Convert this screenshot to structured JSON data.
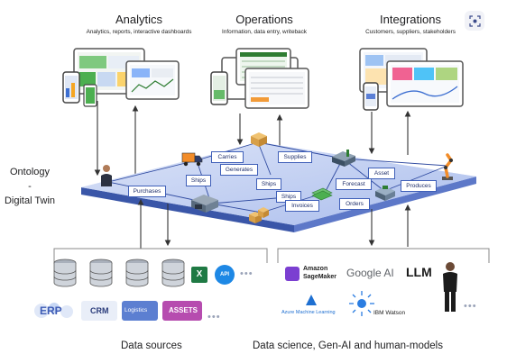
{
  "headers": {
    "analytics": {
      "title": "Analytics",
      "subtitle": "Analytics, reports, interactive dashboards"
    },
    "operations": {
      "title": "Operations",
      "subtitle": "Information, data entry, writeback"
    },
    "integrations": {
      "title": "Integrations",
      "subtitle": "Customers, suppliers, stakeholders"
    }
  },
  "side_label": {
    "line1": "Ontology",
    "line2": "-",
    "line3": "Digital Twin"
  },
  "platform_labels": {
    "carries": "Carries",
    "supplies": "Supplies",
    "generates": "Generates",
    "ships_left": "Ships",
    "ships_mid": "Ships",
    "ships_low": "Ships",
    "asset": "Asset",
    "forecast": "Forecast",
    "produces": "Produces",
    "purchases": "Purchases",
    "invoices": "Invoices",
    "orders": "Orders"
  },
  "data_sources": {
    "label": "Data sources",
    "api_badge": "API",
    "excel_badge": "X",
    "apps": [
      "ERP",
      "CRM",
      "Logistics",
      "ASSETS"
    ],
    "more": "•••"
  },
  "science": {
    "label": "Data science, Gen-AI and human-models",
    "logos": {
      "amazon_line1": "Amazon",
      "amazon_line2": "SageMaker",
      "google_ai": "Google AI",
      "llm": "LLM",
      "azure": "Azure Machine Learning",
      "ibm": "IBM Watson"
    },
    "more": "•••"
  },
  "icons": [
    "lens-icon",
    "database-icon",
    "excel-icon",
    "api-icon",
    "truck-icon",
    "box-icon",
    "factory-icon",
    "robot-arm-icon",
    "warehouse-icon",
    "cash-icon",
    "person-icon"
  ],
  "colors": {
    "platform": "#4a6bc4",
    "platform_top": "#8fa6e6",
    "chip_border": "#3f5fb8",
    "arrow": "#333333"
  }
}
